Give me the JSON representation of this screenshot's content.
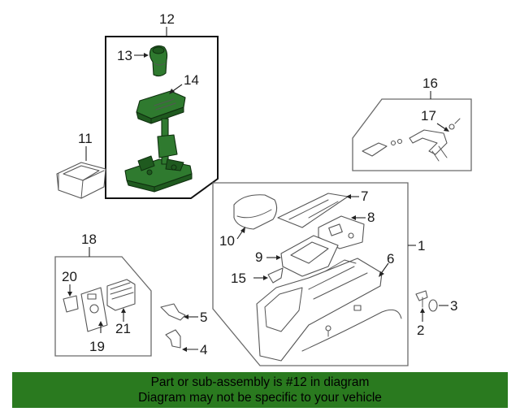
{
  "callouts": {
    "c1": "1",
    "c2": "2",
    "c3": "3",
    "c4": "4",
    "c5": "5",
    "c6": "6",
    "c7": "7",
    "c8": "8",
    "c9": "9",
    "c10": "10",
    "c11": "11",
    "c12": "12",
    "c13": "13",
    "c14": "14",
    "c15": "15",
    "c16": "16",
    "c17": "17",
    "c18": "18",
    "c19": "19",
    "c20": "20",
    "c21": "21"
  },
  "highlight_color": "#2f7a2f",
  "banner": {
    "line1": "Part or sub-assembly is #12 in diagram",
    "line2": "Diagram may not be specific to your vehicle",
    "background": "#2a7a1f"
  }
}
